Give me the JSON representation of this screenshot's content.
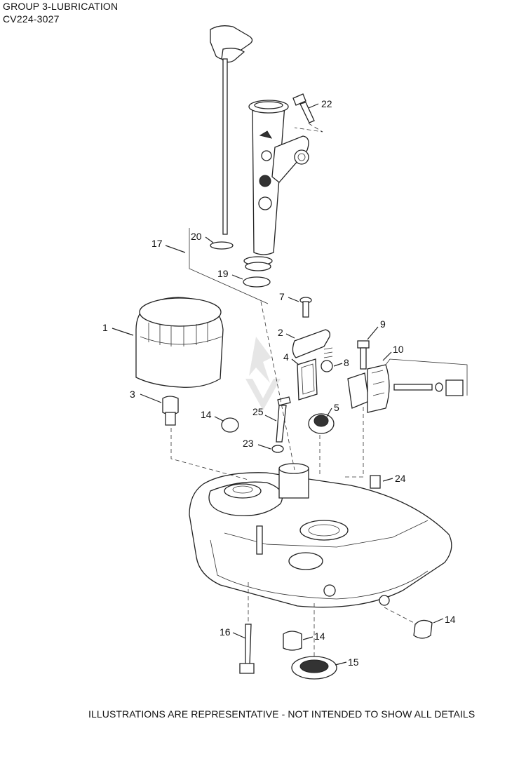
{
  "header": {
    "title": "GROUP 3-LUBRICATION",
    "model": "CV224-3027"
  },
  "footer": "ILLUSTRATIONS ARE REPRESENTATIVE - NOT INTENDED TO SHOW ALL DETAILS",
  "callouts": {
    "c1": "1",
    "c2": "2",
    "c3": "3",
    "c4": "4",
    "c5": "5",
    "c7": "7",
    "c8": "8",
    "c9": "9",
    "c10": "10",
    "c14a": "14",
    "c14b": "14",
    "c14c": "14",
    "c15": "15",
    "c16": "16",
    "c17": "17",
    "c19": "19",
    "c20": "20",
    "c22": "22",
    "c23": "23",
    "c24": "24",
    "c25": "25"
  }
}
